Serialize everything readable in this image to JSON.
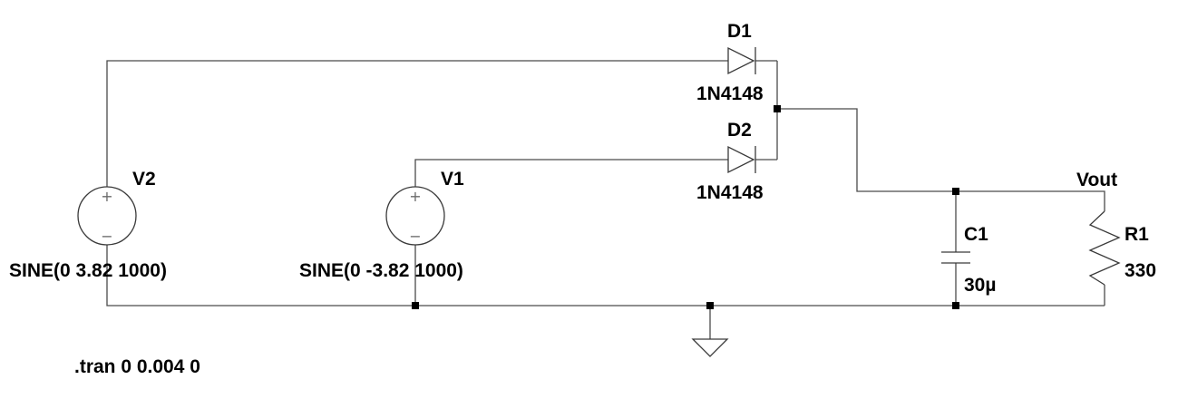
{
  "diagram": {
    "components": {
      "V2": {
        "ref": "V2",
        "value": "SINE(0 3.82 1000)"
      },
      "V1": {
        "ref": "V1",
        "value": "SINE(0 -3.82 1000)"
      },
      "D1": {
        "ref": "D1",
        "value": "1N4148"
      },
      "D2": {
        "ref": "D2",
        "value": "1N4148"
      },
      "C1": {
        "ref": "C1",
        "value": "30µ"
      },
      "R1": {
        "ref": "R1",
        "value": "330"
      }
    },
    "net_labels": {
      "vout": "Vout"
    },
    "directive": ".tran 0 0.004 0",
    "source_symbols": {
      "plus": "+",
      "minus": "−"
    },
    "colors": {
      "wire": "#4a4a4a",
      "component": "#3a3a3a",
      "text": "#000000"
    }
  }
}
